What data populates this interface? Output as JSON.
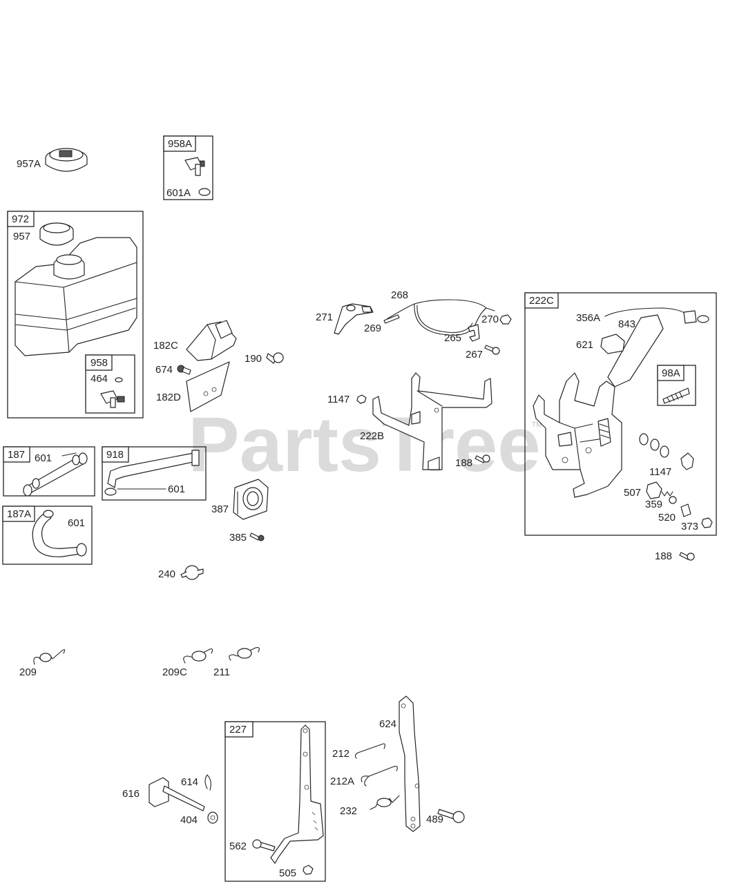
{
  "watermark": "PartsTree",
  "watermark_tm": "TM",
  "groups": {
    "g958A": "958A",
    "g972": "972",
    "g958": "958",
    "g187": "187",
    "g918": "918",
    "g187A": "187A",
    "g222C": "222C",
    "g98A": "98A",
    "g227": "227"
  },
  "parts": {
    "p957A": "957A",
    "p601A": "601A",
    "p957": "957",
    "p464": "464",
    "p601a": "601",
    "p601b": "601",
    "p601c": "601",
    "p182C": "182C",
    "p674": "674",
    "p182D": "182D",
    "p190": "190",
    "p387": "387",
    "p385": "385",
    "p240": "240",
    "p271": "271",
    "p268": "268",
    "p269": "269",
    "p270": "270",
    "p265": "265",
    "p267": "267",
    "p1147a": "1147",
    "p222B": "222B",
    "p188a": "188",
    "p356A": "356A",
    "p843": "843",
    "p621": "621",
    "p1147b": "1147",
    "p507": "507",
    "p359": "359",
    "p520": "520",
    "p373": "373",
    "p188b": "188",
    "p209": "209",
    "p209C": "209C",
    "p211": "211",
    "p624": "624",
    "p212": "212",
    "p212A": "212A",
    "p232": "232",
    "p489": "489",
    "p616": "616",
    "p614": "614",
    "p404": "404",
    "p562": "562",
    "p505": "505"
  }
}
